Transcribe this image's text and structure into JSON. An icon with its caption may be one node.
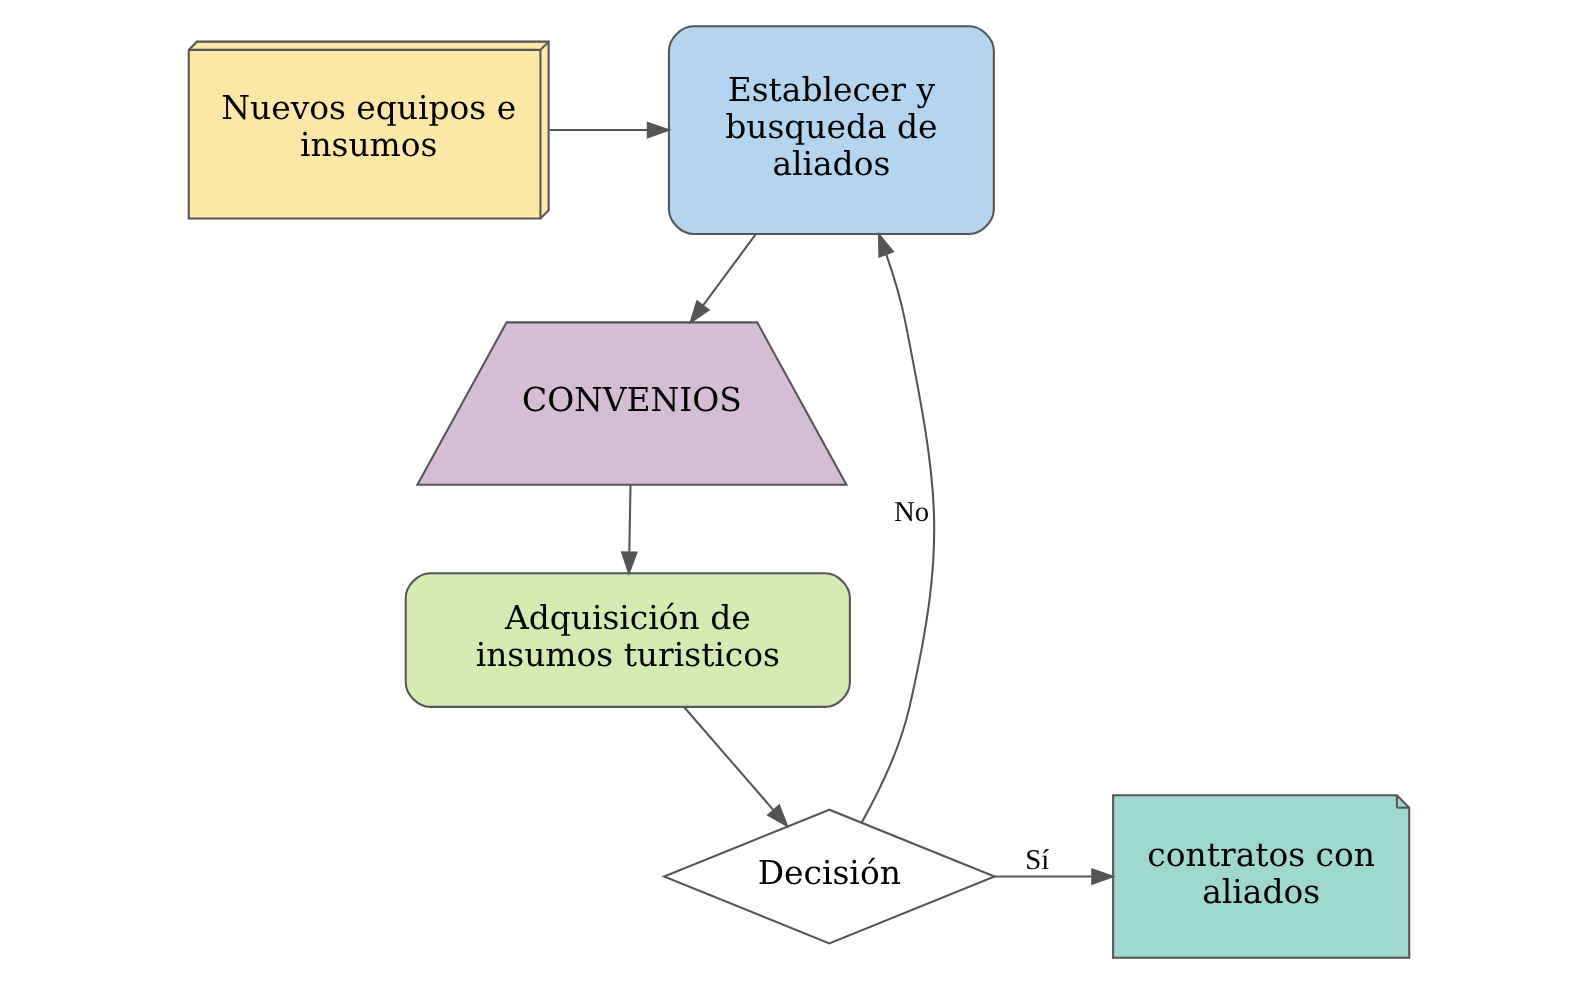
{
  "diagram": {
    "nodes": [
      {
        "text": [
          "Nuevos equipos e insumos"
        ]
      },
      {
        "text": [
          "Establecer y busqueda de aliados"
        ]
      },
      {
        "text": [
          "CONVENIOS"
        ]
      },
      {
        "text": [
          "Adquisición de insumos turisticos"
        ]
      },
      {
        "text": [
          "Decisión"
        ]
      },
      {
        "text": [
          "contratos con aliados"
        ]
      }
    ],
    "edges": [
      {
        "from": 0,
        "to": 1,
        "arrow": "to"
      },
      {
        "from": 1,
        "to": 2,
        "arrow": "to"
      },
      {
        "from": 2,
        "to": 3,
        "arrow": "to"
      },
      {
        "from": 3,
        "to": 4,
        "arrow": "to"
      },
      {
        "from": 4,
        "to": 1,
        "arrow": "to",
        "label": "No"
      },
      {
        "from": 4,
        "to": 5,
        "arrow": "to",
        "label": "Sí"
      }
    ]
  }
}
